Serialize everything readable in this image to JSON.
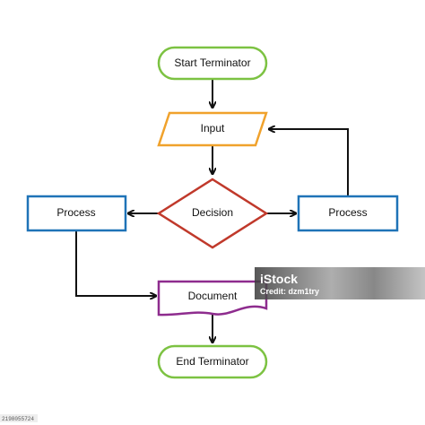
{
  "nodes": {
    "start": {
      "label": "Start Terminator",
      "shape": "terminator",
      "color": "#7cc242"
    },
    "input": {
      "label": "Input",
      "shape": "parallelogram",
      "color": "#f0a22c"
    },
    "decision": {
      "label": "Decision",
      "shape": "diamond",
      "color": "#c0392b"
    },
    "process_left": {
      "label": "Process",
      "shape": "rectangle",
      "color": "#1f73b7"
    },
    "process_right": {
      "label": "Process",
      "shape": "rectangle",
      "color": "#1f73b7"
    },
    "document": {
      "label": "Document",
      "shape": "document",
      "color": "#8e2c8e"
    },
    "end": {
      "label": "End Terminator",
      "shape": "terminator",
      "color": "#7cc242"
    }
  },
  "edges": [
    {
      "from": "start",
      "to": "input"
    },
    {
      "from": "input",
      "to": "decision"
    },
    {
      "from": "decision",
      "to": "process_left"
    },
    {
      "from": "decision",
      "to": "process_right"
    },
    {
      "from": "process_right",
      "to": "input"
    },
    {
      "from": "process_left",
      "to": "document"
    },
    {
      "from": "document",
      "to": "end"
    }
  ],
  "watermark": {
    "brand": "iStock",
    "credit": "Credit: dzm1try"
  },
  "footer": {
    "image_id": "2198055724"
  },
  "colors": {
    "arrow": "#111111",
    "text": "#111111"
  }
}
